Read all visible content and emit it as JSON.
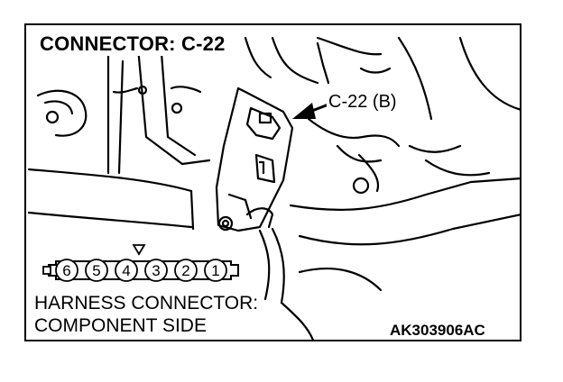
{
  "title": "CONNECTOR: C-22",
  "callout": "C-22 (B)",
  "connector_pins": [
    "6",
    "5",
    "4",
    "3",
    "2",
    "1"
  ],
  "caption_line1": "HARNESS CONNECTOR:",
  "caption_line2": "COMPONENT SIDE",
  "figure_code": "AK303906AC"
}
